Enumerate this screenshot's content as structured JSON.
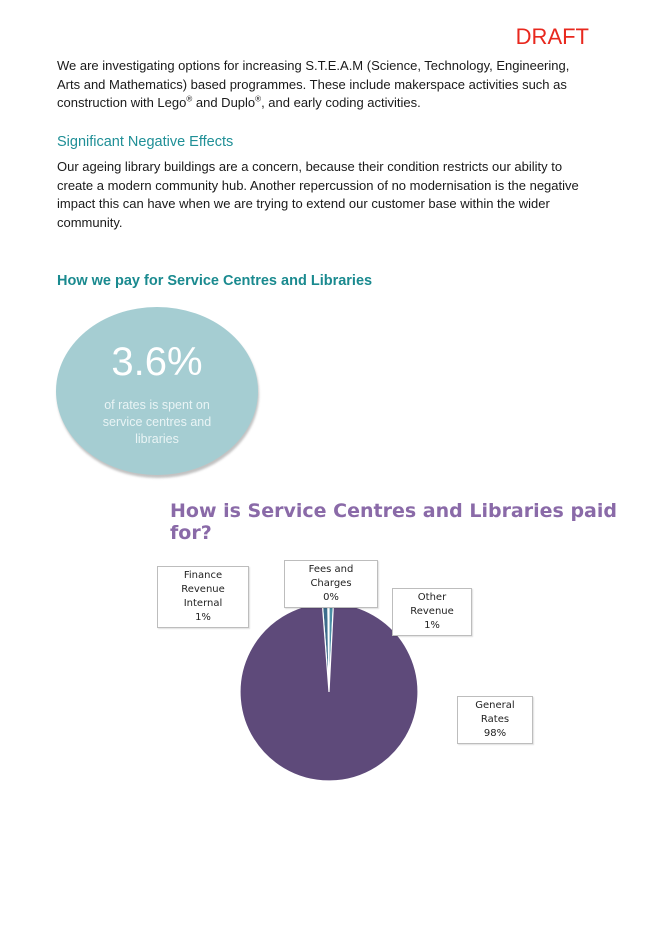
{
  "header": {
    "draft_label": "DRAFT"
  },
  "intro": {
    "part1": "We are investigating options for increasing S.T.E.A.M (Science, Technology, Engineering, Arts and Mathematics) based programmes. These include makerspace activities such as construction with Lego",
    "reg": "®",
    "part2": " and Duplo",
    "part3": ", and early coding activities."
  },
  "negative_effects": {
    "heading": "Significant Negative Effects",
    "body": "Our ageing library buildings are a concern, because their condition restricts our ability to create a modern community hub. Another repercussion of no modernisation is the negative impact this can have when we are trying to extend our customer base within the wider community."
  },
  "funding": {
    "heading": "How we pay for Service Centres and Libraries",
    "stat_value": "3.6%",
    "stat_caption": "of rates is spent on service centres and libraries"
  },
  "chart_data": {
    "type": "pie",
    "title": "How is Service Centres and Libraries paid for?",
    "categories": [
      "General Rates",
      "Finance Revenue Internal",
      "Fees and Charges",
      "Other Revenue"
    ],
    "values": [
      98,
      1,
      0.2,
      0.8
    ],
    "value_labels": [
      "98%",
      "1%",
      "0%",
      "1%"
    ],
    "colors": [
      "#5e4a7a",
      "#3d6d8c",
      "#1f4e79",
      "#4a8fa6"
    ]
  }
}
